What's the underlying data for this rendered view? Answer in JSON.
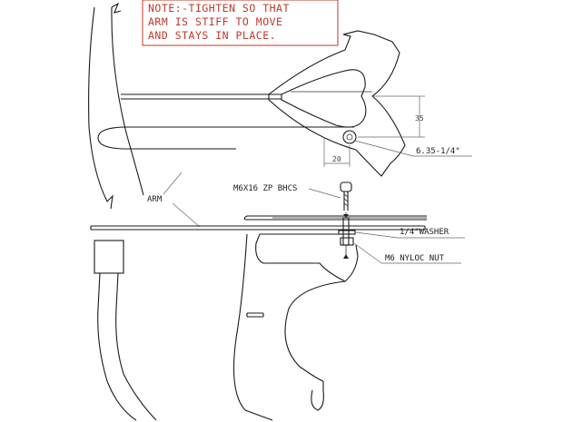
{
  "note": {
    "lines": [
      "NOTE:-TIGHTEN SO THAT",
      "ARM IS STIFF TO MOVE",
      "AND STAYS IN PLACE."
    ],
    "color": "#c0392b"
  },
  "labels": {
    "arm": "ARM",
    "bolt": "M6X16 ZP BHCS",
    "washer": "1/4\"WASHER",
    "nut": "M6 NYLOC NUT",
    "hole": "6.35-1/4\""
  },
  "dimensions": {
    "vertical": "35",
    "horizontal": "20"
  }
}
